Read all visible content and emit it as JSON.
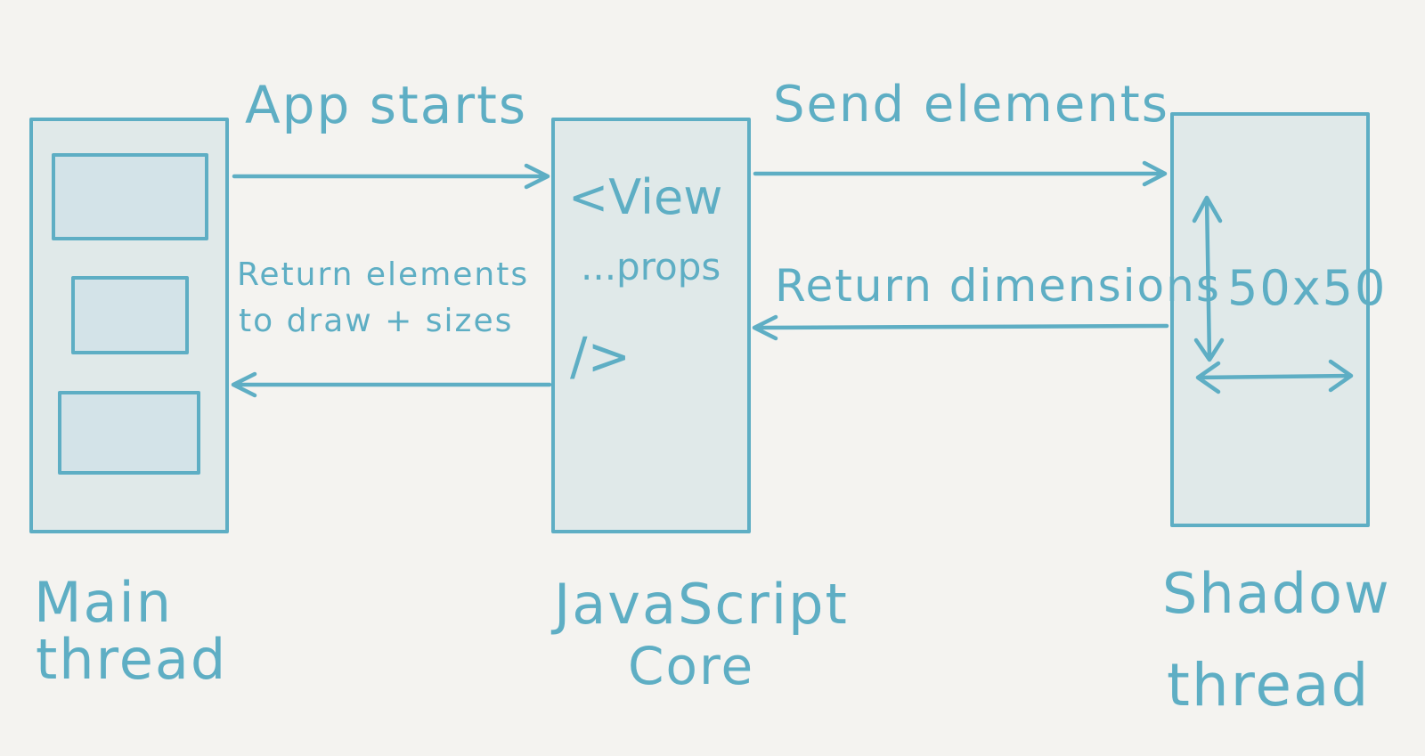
{
  "colors": {
    "background": "#f4f3f0",
    "stroke": "#5eaec4",
    "box_fill": "#e0e9e9"
  },
  "main_thread": {
    "line1": "Main",
    "line2": "thread"
  },
  "js_core": {
    "line1": "JavaScript",
    "line2": "Core",
    "code_open": "<View",
    "code_props": "...props",
    "code_close": "/>"
  },
  "shadow_thread": {
    "line1": "Shadow",
    "line2": "thread",
    "size_label": "50x50"
  },
  "arrows": {
    "app_starts": "App starts",
    "send_elements": "Send elements",
    "return_dimensions": "Return dimensions",
    "return_elements_line1": "Return elements",
    "return_elements_line2": "to draw + sizes"
  }
}
